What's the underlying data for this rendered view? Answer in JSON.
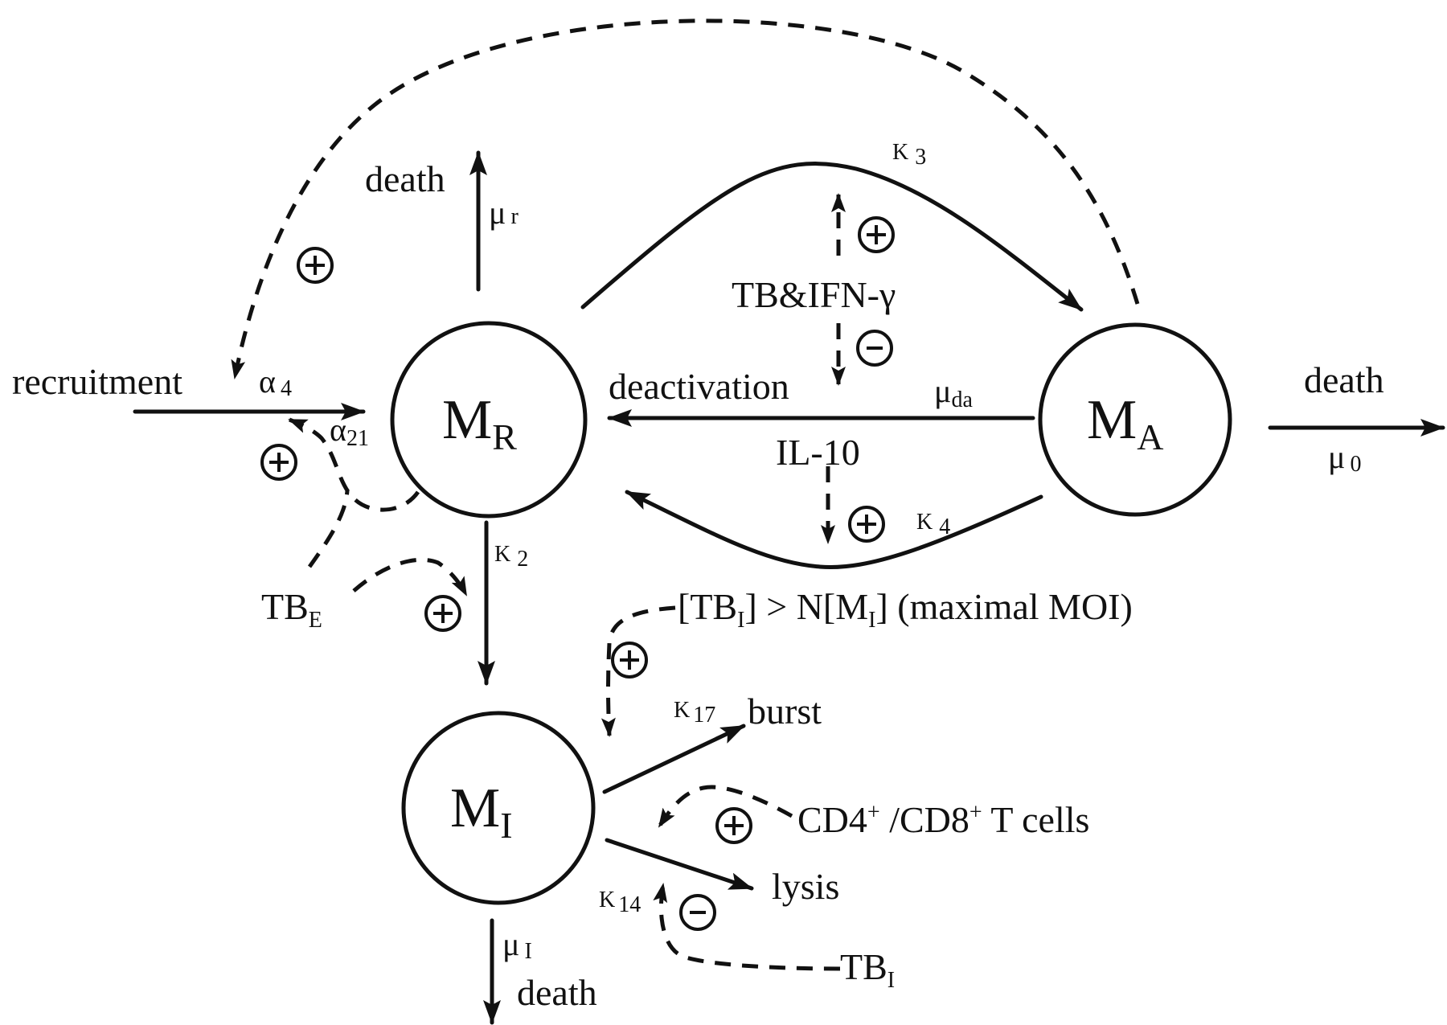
{
  "nodes": {
    "mr": {
      "main": "M",
      "sub": "R"
    },
    "ma": {
      "main": "M",
      "sub": "A"
    },
    "mi": {
      "main": "M",
      "sub": "I"
    }
  },
  "labels": {
    "death_top": "death",
    "mu_r": {
      "sym": "μ",
      "sub": "r"
    },
    "k3": {
      "sym": "K",
      "sub": "3"
    },
    "tb_ifn": "TB&IFN-γ",
    "recruitment": "recruitment",
    "alpha4": {
      "sym": "α",
      "sub": "4"
    },
    "alpha21": {
      "sym": "α",
      "sub": "21"
    },
    "deactivation": "deactivation",
    "mu_da": {
      "sym": "μ",
      "sub": "da"
    },
    "il10": "IL-10",
    "k4": {
      "sym": "K",
      "sub": "4"
    },
    "death_right": "death",
    "mu0": {
      "sym": "μ",
      "sub": "0"
    },
    "k2": {
      "sym": "K",
      "sub": "2"
    },
    "tbe": {
      "main": "TB",
      "sub": "E"
    },
    "moi": {
      "p1": "[TB",
      "s1": "I",
      "p2": "] > N[M",
      "s2": "I",
      "p3": "] (maximal MOI)"
    },
    "k17": {
      "sym": "K",
      "sub": "17"
    },
    "burst": "burst",
    "tcells": {
      "p1": "CD4",
      "sup1": "+",
      "p2": " /CD8",
      "sup2": "+",
      "p3": " T cells"
    },
    "k14": {
      "sym": "K",
      "sub": "14"
    },
    "lysis": "lysis",
    "tbi": {
      "main": "TB",
      "sub": "I"
    },
    "mu_i": {
      "sym": "μ",
      "sub": "I"
    },
    "death_bottom": "death"
  },
  "signs": {
    "plus": "plus-sign",
    "minus": "minus-sign"
  }
}
